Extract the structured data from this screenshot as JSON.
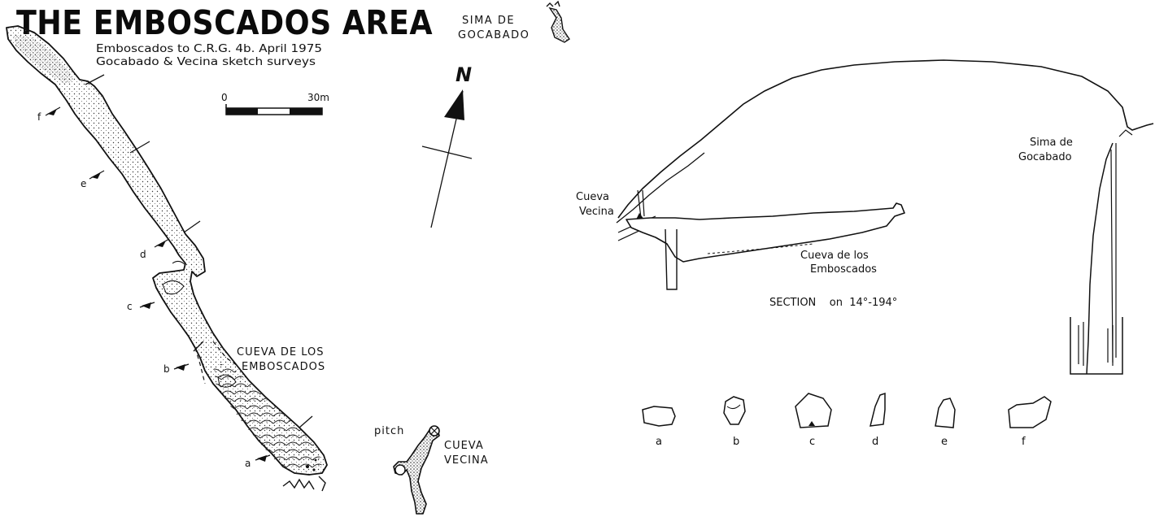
{
  "title": "THE EMBOSCADOS AREA",
  "subtitle_line1": "Emboscados to C.R.G. 4b. April 1975",
  "subtitle_line2": "Gocabado & Vecina  sketch surveys",
  "scale_bar": {
    "start_label": "0",
    "end_label": "30m"
  },
  "north_label": "N",
  "plan": {
    "sima_gocabado_label": [
      "SIMA DE",
      "GOCABADO"
    ],
    "cueva_emboscados_label": [
      "CUEVA DE LOS",
      "EMBOSCADOS"
    ],
    "cueva_vecina_label": [
      "CUEVA",
      "VECINA"
    ],
    "pitch_label": "pitch",
    "section_markers": [
      "a",
      "b",
      "c",
      "d",
      "e",
      "f"
    ]
  },
  "section": {
    "caption": "SECTION    on  14°-194°",
    "sima_gocabado_label": [
      "Sima de",
      "Gocabado"
    ],
    "cueva_vecina_label": [
      "Cueva",
      "Vecina"
    ],
    "cueva_emboscados_label": [
      "Cueva de los",
      "Emboscados"
    ]
  },
  "cross_sections": [
    "a",
    "b",
    "c",
    "d",
    "e",
    "f"
  ],
  "colors": {
    "ink": "#111111",
    "background": "#ffffff"
  }
}
